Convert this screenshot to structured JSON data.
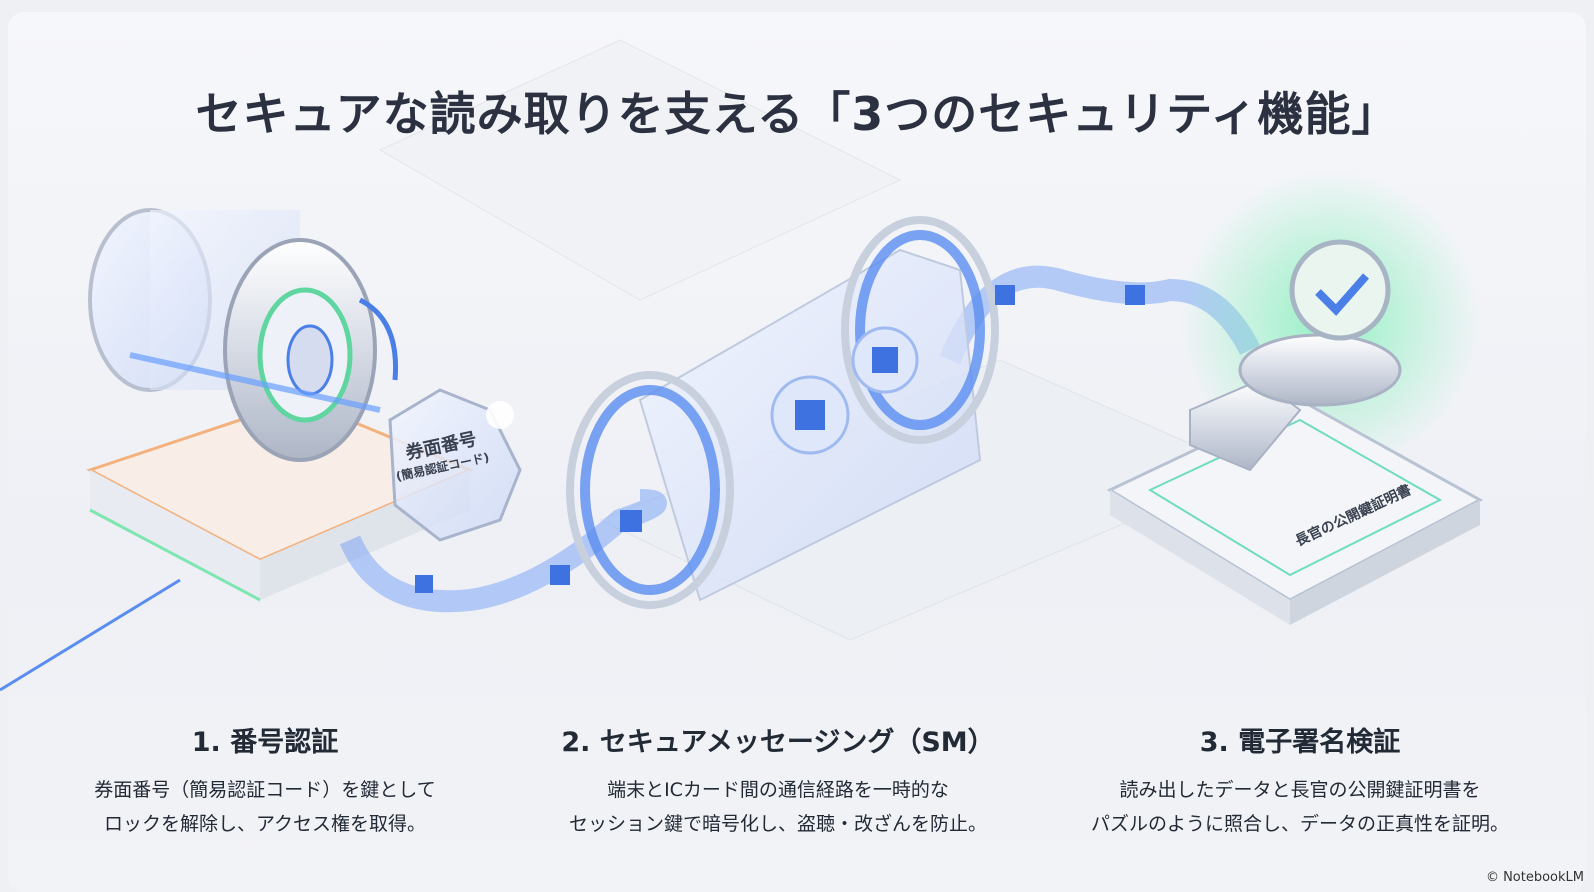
{
  "title": "セキュアな読み取りを支える「3つのセキュリティ機能」",
  "illustration": {
    "key_label": "券面番号",
    "key_sublabel": "(簡易認証コード)",
    "certificate_label": "長官の公開鍵証明書"
  },
  "features": [
    {
      "heading": "1. 番号認証",
      "lines": [
        "券面番号（簡易認証コード）を鍵として",
        "ロックを解除し、アクセス権を取得。"
      ]
    },
    {
      "heading": "2. セキュアメッセージング（SM）",
      "lines": [
        "端末とICカード間の通信経路を一時的な",
        "セッション鍵で暗号化し、盗聴・改ざんを防止。"
      ]
    },
    {
      "heading": "3. 電子署名検証",
      "lines": [
        "読み出したデータと長官の公開鍵証明書を",
        "パズルのように照合し、データの正真性を証明。"
      ]
    }
  ],
  "watermark": "© NotebookLM",
  "colors": {
    "accent_blue": "#4a7fe8",
    "accent_green": "#5fd6a0",
    "accent_orange": "#f4a261",
    "text": "#2b3140"
  }
}
